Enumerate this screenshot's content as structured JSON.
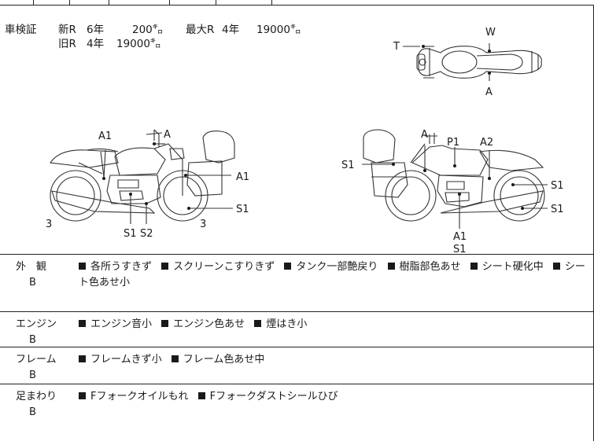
{
  "shaken": {
    "label": "車検証",
    "new_r": "新R",
    "new_year": "6年",
    "new_km": "200㌔",
    "max_r": "最大R",
    "max_year": "4年",
    "max_km": "19000㌔",
    "old_r": "旧R",
    "old_year": "4年",
    "old_km": "19000㌔"
  },
  "diagram_labels": {
    "top_view": {
      "t": "T",
      "w": "W",
      "a": "A"
    },
    "left_side": {
      "a1_top": "A1",
      "a_handle": "A",
      "a1_right": "A1",
      "s1_right": "S1",
      "s1_bottom": "S1",
      "s2_bottom": "S2",
      "three_left": "3",
      "three_right": "3"
    },
    "right_side": {
      "s1_left": "S1",
      "a_handle": "A",
      "p1": "P1",
      "a2": "A2",
      "s1_r1": "S1",
      "s1_r2": "S1",
      "a1_bottom": "A1",
      "s1_bottom": "S1"
    }
  },
  "conditions": [
    {
      "name": "外　観",
      "grade": "B",
      "items": [
        "各所うすきず",
        "スクリーンこすりきず",
        "タンク一部艶戻り",
        "樹脂部色あせ",
        "シート硬化中",
        "シート色あせ小"
      ]
    },
    {
      "name": "エンジン",
      "grade": "B",
      "items": [
        "エンジン音小",
        "エンジン色あせ",
        "煙はき小"
      ]
    },
    {
      "name": "フレーム",
      "grade": "B",
      "items": [
        "フレームきず小",
        "フレーム色あせ中"
      ]
    },
    {
      "name": "足まわり",
      "grade": "B",
      "items": [
        "Fフォークオイルもれ",
        "Fフォークダストシールひび"
      ]
    }
  ]
}
